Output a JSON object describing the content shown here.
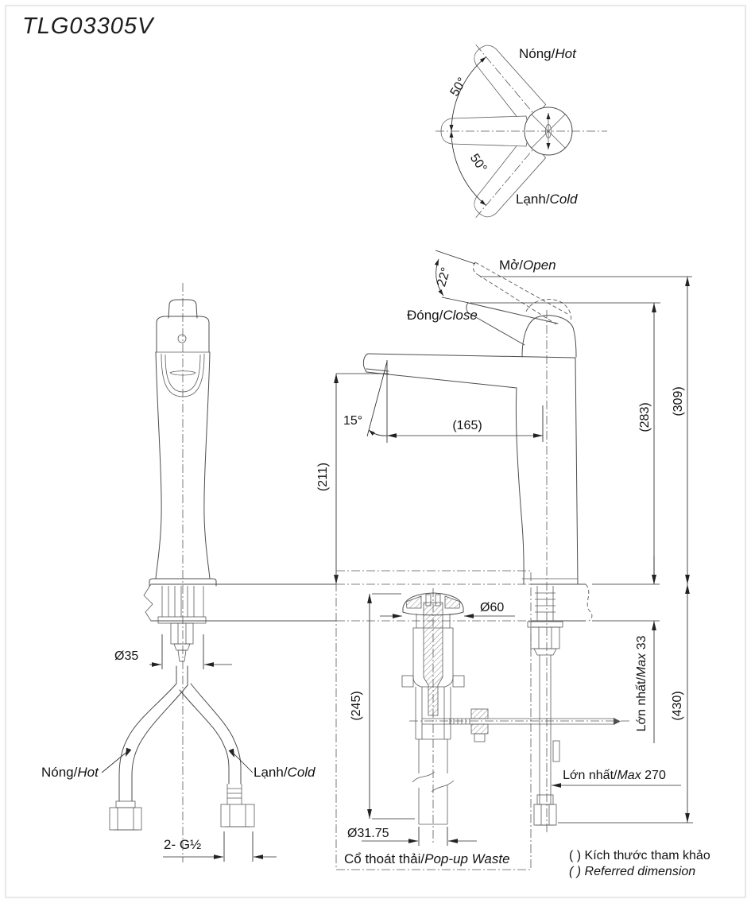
{
  "title": "TLG03305V",
  "top_view": {
    "hot": {
      "vi": "Nóng/",
      "en": "Hot"
    },
    "cold": {
      "vi": "Lạnh/",
      "en": "Cold"
    },
    "angle_hot": "50°",
    "angle_cold": "50°"
  },
  "side_view": {
    "open": {
      "vi": "Mở/",
      "en": "Open"
    },
    "close": {
      "vi": "Đóng/",
      "en": "Close"
    },
    "open_angle": "22°",
    "spout_angle": "15°",
    "reach": "(165)",
    "spout_height": "(211)",
    "handle_height": "(283)",
    "open_height": "(309)",
    "deck_max": {
      "vi": "Lớn nhất/",
      "en": "Max",
      "val": " 33"
    },
    "below_height": "(430)",
    "hose_max": {
      "vi": "Lớn nhất/",
      "en": "Max",
      "val": " 270"
    }
  },
  "front_view": {
    "body_dia": "Ø35",
    "hot": {
      "vi": "Nóng/",
      "en": "Hot"
    },
    "cold": {
      "vi": "Lạnh/",
      "en": "Cold"
    },
    "thread": "2- G½"
  },
  "popup": {
    "flange_dia": "Ø60",
    "height": "(245)",
    "pipe_dia": "Ø31.75",
    "label": {
      "vi": "Cổ thoát thải/",
      "en": "Pop-up Waste"
    }
  },
  "notes": {
    "ref_vi": "( ) Kích thước tham khảo",
    "ref_en": "( ) Referred dimension"
  }
}
